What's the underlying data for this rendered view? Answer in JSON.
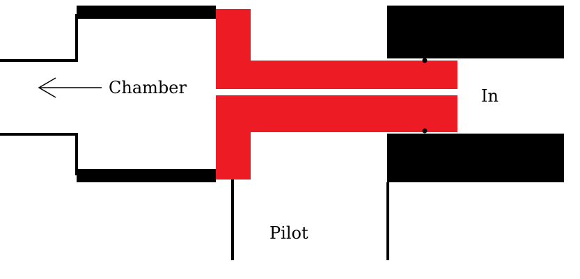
{
  "labels": {
    "chamber": "Chamber",
    "in": "In",
    "pilot": "Pilot"
  },
  "colors": {
    "background": "#ffffff",
    "wall": "#000000",
    "valve": "#ed1c24"
  },
  "icons": {
    "flow_arrow": "arrow-left-icon"
  }
}
